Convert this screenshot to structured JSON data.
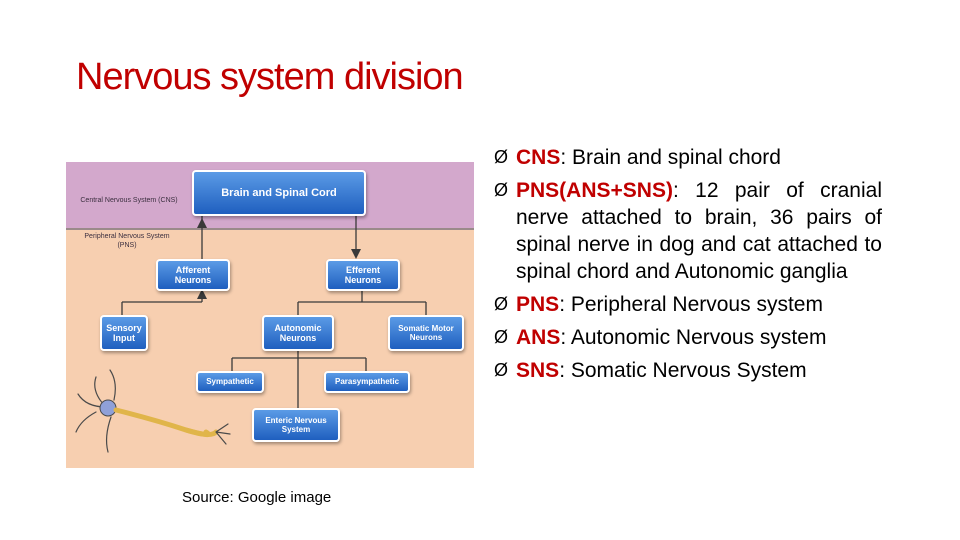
{
  "slide": {
    "title": "Nervous system division",
    "source_caption": "Source: Google image"
  },
  "diagram": {
    "cns_label": "Central Nervous System (CNS)",
    "pns_label": "Peripheral Nervous System (PNS)",
    "nodes": {
      "brain": "Brain and Spinal Cord",
      "afferent": "Afferent Neurons",
      "efferent": "Efferent Neurons",
      "sensory": "Sensory Input",
      "autonomic": "Autonomic Neurons",
      "somatic_motor": "Somatic Motor Neurons",
      "sympathetic": "Sympathetic",
      "parasympathetic": "Parasympathetic",
      "enteric": "Enteric Nervous System"
    },
    "colors": {
      "cns_band": "#d3a8cc",
      "pns_band": "#f7cfb0",
      "node": "#2f6fd0"
    }
  },
  "bullets": [
    {
      "abbr": "CNS",
      "rest": ": Brain and spinal chord"
    },
    {
      "abbr": "PNS(ANS+SNS)",
      "rest": ": 12 pair of cranial nerve attached to brain, 36 pairs of spinal nerve in dog and cat attached to spinal chord and Autonomic ganglia"
    },
    {
      "abbr": "PNS",
      "rest": ": Peripheral Nervous system"
    },
    {
      "abbr": "ANS",
      "rest": ": Autonomic Nervous system"
    },
    {
      "abbr": "SNS",
      "rest": ": Somatic Nervous System"
    }
  ],
  "bullet_marker": "Ø"
}
